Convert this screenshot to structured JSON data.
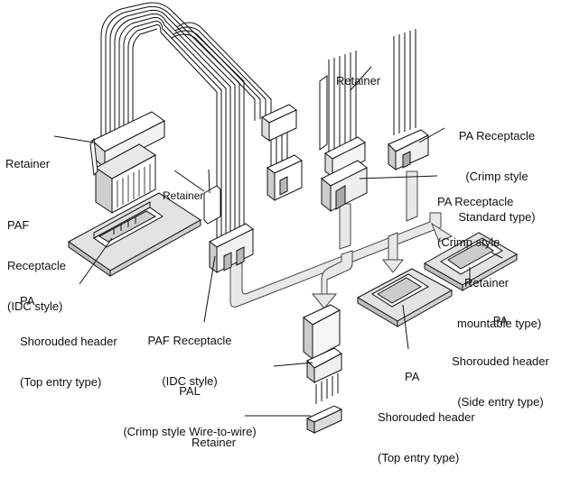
{
  "labels": {
    "retainer_left": "Retainer",
    "paf_idc_left": [
      "PAF",
      "Receptacle",
      "(IDC style)"
    ],
    "retainer_mid": "Retainer",
    "pa_shrouded_top_left": [
      "PA",
      "Shorouded header",
      "(Top entry type)"
    ],
    "paf_idc_bottom": [
      "PAF Receptacle",
      "(IDC style)"
    ],
    "retainer_top": "Retainer",
    "pa_crimp_standard": [
      "PA Receptacle",
      "(Crimp style",
      "Standard type)"
    ],
    "pa_crimp_retainer": [
      "PA Receptacle",
      "(Crimp style",
      "Retainer",
      "mountable type)"
    ],
    "pa_shrouded_side": [
      "PA",
      "Shorouded header",
      "(Side entry type)"
    ],
    "pal_wire_to_wire": [
      "PAL",
      "(Crimp style Wire-to-wire)"
    ],
    "pa_shrouded_top_right": [
      "PA",
      "Shorouded header",
      "(Top entry type)"
    ],
    "retainer_bottom": "Retainer"
  },
  "colors": {
    "line": "#111111",
    "flow_fill": "#e6e6e6",
    "pcb_fill": "#e0e0e0",
    "part_fill": "#ffffff",
    "part_shade": "#bdbdbd"
  }
}
